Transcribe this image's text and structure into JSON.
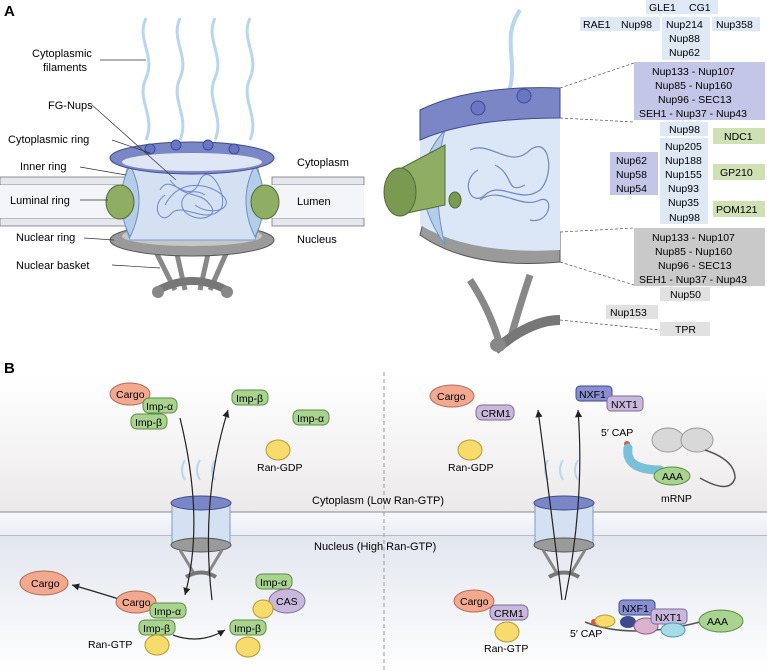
{
  "panel_a": {
    "letter": "A",
    "labels": {
      "cytoplasmic_filaments_1": "Cytoplasmic",
      "cytoplasmic_filaments_2": "filaments",
      "fg_nups": "FG-Nups",
      "cytoplasmic_ring": "Cytoplasmic ring",
      "inner_ring": "Inner ring",
      "luminal_ring": "Luminal ring",
      "nuclear_ring": "Nuclear ring",
      "nuclear_basket": "Nuclear basket",
      "cytoplasm": "Cytoplasm",
      "lumen": "Lumen",
      "nucleus": "Nucleus"
    },
    "nups": {
      "gle1": "GLE1",
      "cg1": "CG1",
      "rae1": "RAE1",
      "nup98_top": "Nup98",
      "nup214": "Nup214",
      "nup358": "Nup358",
      "nup88": "Nup88",
      "nup62_top": "Nup62",
      "cyto_y": [
        "Nup133 - Nup107",
        "Nup85 - Nup160",
        "Nup96 - SEC13",
        "SEH1 - Nup37 - Nup43"
      ],
      "inner_nup98_a": "Nup98",
      "inner_center": [
        "Nup205",
        "Nup188",
        "Nup155",
        "Nup93",
        "Nup35"
      ],
      "inner_left": [
        "Nup62",
        "Nup58",
        "Nup54"
      ],
      "inner_nup98_b": "Nup98",
      "ndc1": "NDC1",
      "gp210": "GP210",
      "pom121": "POM121",
      "nuc_y": [
        "Nup133 - Nup107",
        "Nup85 - Nup160",
        "Nup96 - SEC13",
        "SEH1 - Nup37 - Nup43"
      ],
      "nup50": "Nup50",
      "nup153": "Nup153",
      "tpr": "TPR"
    }
  },
  "panel_b": {
    "letter": "B",
    "cytoplasm_label": "Cytoplasm (Low Ran-GTP)",
    "nucleus_label": "Nucleus (High Ran-GTP)",
    "left": {
      "cargo_top": "Cargo",
      "imp_alpha_top": "Imp-α",
      "imp_beta_top": "Imp-β",
      "imp_beta_free": "Imp-β",
      "imp_alpha_free": "Imp-α",
      "ran_gdp": "Ran-GDP",
      "cargo_released": "Cargo",
      "cargo_bottom": "Cargo",
      "imp_alpha_bottom": "Imp-α",
      "imp_beta_bottom": "Imp-β",
      "ran_gtp": "Ran-GTP",
      "imp_beta_ran": "Imp-β",
      "cas_imp_alpha": "Imp-α",
      "cas": "CAS"
    },
    "right": {
      "cargo_top": "Cargo",
      "crm1_top": "CRM1",
      "ran_gdp": "Ran-GDP",
      "nxf1_top": "NXF1",
      "nxt1_top": "NXT1",
      "cap_top": "5′ CAP",
      "aaa_top": "AAA",
      "mrnp": "mRNP",
      "cargo_bottom": "Cargo",
      "crm1_bottom": "CRM1",
      "ran_gtp": "Ran-GTP",
      "nxf1_bottom": "NXF1",
      "nxt1_bottom": "NXT1",
      "cap_bottom": "5′ CAP",
      "aaa_bottom": "AAA"
    }
  },
  "colors": {
    "cyto_ring": "#7b86c7",
    "inner_ring": "#b9cdea",
    "nuclear_ring": "#8a8a8a",
    "luminal": "#8fae64",
    "label_blue_light": "#dfe8f5",
    "label_purple": "#c3c6e6",
    "label_green": "#cfe0b5",
    "label_gray": "#c9c9c9",
    "cargo": "#f2a98f",
    "imp": "#a9d48f",
    "ran": "#f7db6c",
    "crm1": "#c8b8dc"
  }
}
